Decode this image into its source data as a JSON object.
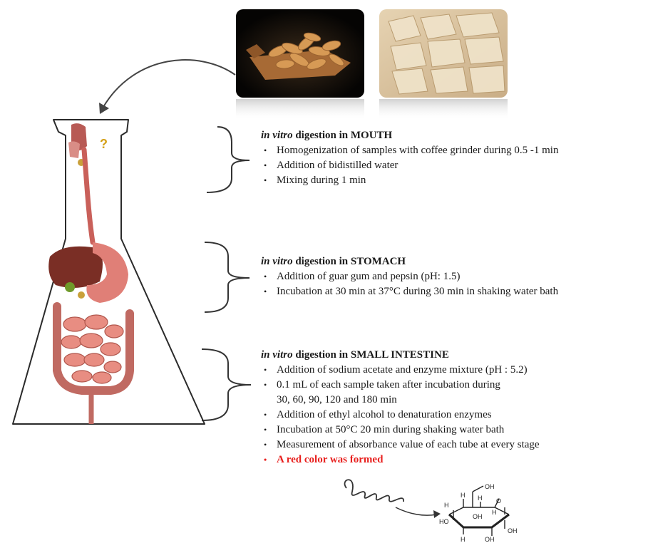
{
  "stages": [
    {
      "title_prefix": "in vitro",
      "title_rest": " digestion in MOUTH",
      "steps": [
        "Homogenization of samples  with coffee grinder during   0.5 -1 min",
        "Addition of bidistilled water",
        "Mixing during 1 min"
      ]
    },
    {
      "title_prefix": "in vitro",
      "title_rest": " digestion in STOMACH",
      "steps": [
        "Addition of guar gum and pepsin  (pH: 1.5)",
        "Incubation at 30 min at 37°C during 30 min in shaking water bath"
      ]
    },
    {
      "title_prefix": "in vitro",
      "title_rest": " digestion  in SMALL  INTESTINE",
      "steps": [
        "Addition of sodium acetate and enzyme mixture (pH : 5.2)",
        "0.1 mL of each sample taken after incubation  during 30, 60, 90, 120 and 180 min",
        "Addition of ethyl alcohol  to  denaturation  enzymes",
        "Incubation at 50°C 20 min during shaking water bath",
        "Measurement of absorbance value of each tube at every stage"
      ],
      "highlight_step": "A red color was formed"
    }
  ],
  "molecule": {
    "labels": {
      "oh_top": "OH",
      "ring_o": "O",
      "h_left_top": "H",
      "h_mid": "H",
      "h_right": "H",
      "ho_left": "HO",
      "oh_mid": "OH",
      "h_bottom_left": "H",
      "h_bottom": "H",
      "oh_right": "OH",
      "oh_bottom": "OH"
    }
  },
  "colors": {
    "highlight": "#e8201e",
    "organ": "#c9605a",
    "flask_outline": "#2a2a2a"
  },
  "icons": [
    "human-digestive-system-icon",
    "crisps-photo",
    "chips-photo",
    "glucose-molecule-icon"
  ]
}
